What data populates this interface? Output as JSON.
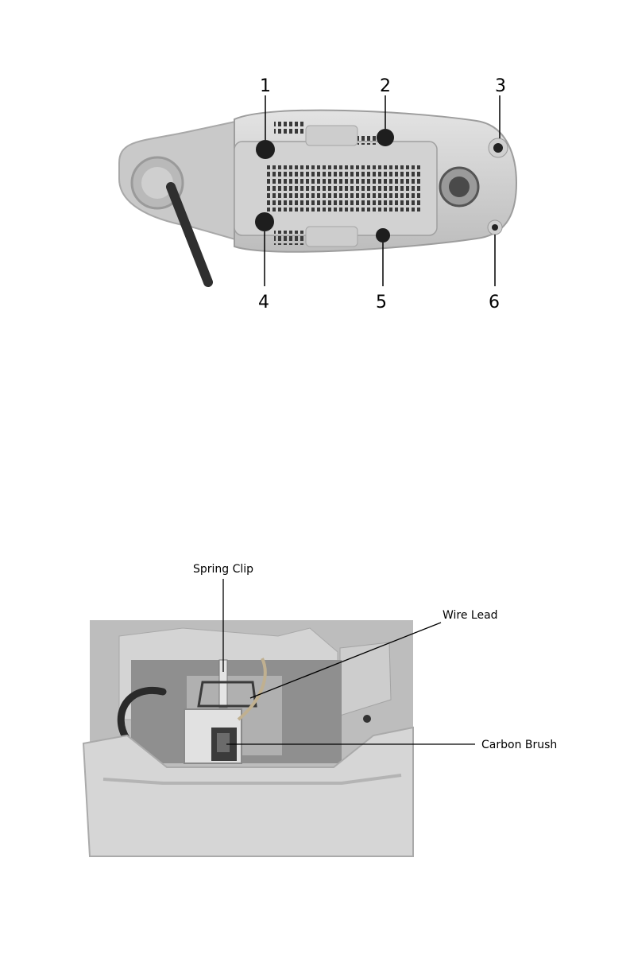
{
  "figure1": {
    "callouts": [
      "1",
      "2",
      "3",
      "4",
      "5",
      "6"
    ]
  },
  "figure2": {
    "labels": {
      "spring_clip": "Spring Clip",
      "wire_lead": "Wire Lead",
      "carbon_brush": "Carbon Brush"
    }
  }
}
